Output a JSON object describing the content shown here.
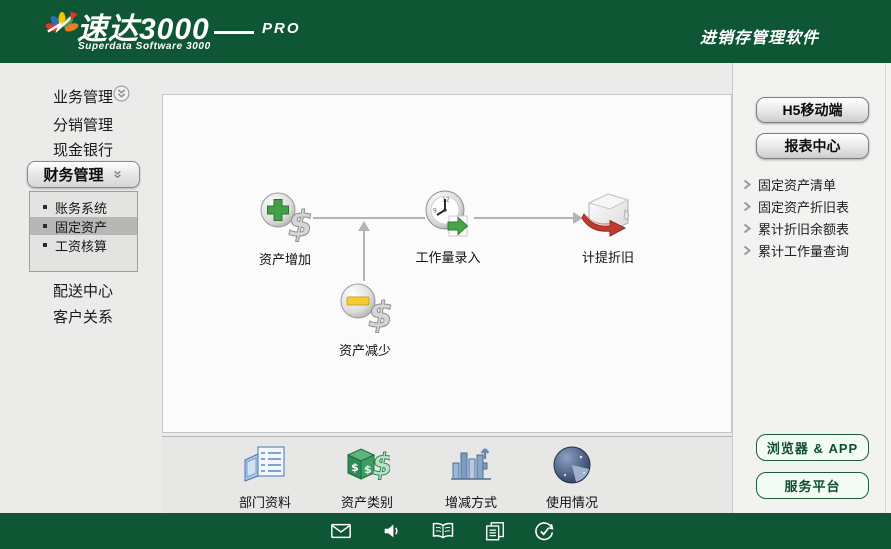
{
  "header": {
    "logo_title": "速达3000",
    "logo_badge": "PRO",
    "logo_subtitle": "Superdata Software 3000",
    "tagline": "进销存管理软件"
  },
  "sidebar": {
    "items": [
      {
        "label": "业务管理"
      },
      {
        "label": "分销管理"
      },
      {
        "label": "现金银行"
      },
      {
        "label": "财务管理"
      },
      {
        "label": "配送中心"
      },
      {
        "label": "客户关系"
      }
    ],
    "active_item": "财务管理",
    "submenu": [
      {
        "label": "账务系统"
      },
      {
        "label": "固定资产"
      },
      {
        "label": "工资核算"
      }
    ],
    "selected_submenu": "固定资产"
  },
  "workflow": {
    "nodes": [
      {
        "label": "资产增加",
        "icon": "asset-add-icon"
      },
      {
        "label": "工作量录入",
        "icon": "work-entry-icon"
      },
      {
        "label": "计提折旧",
        "icon": "depreciation-icon"
      },
      {
        "label": "资产减少",
        "icon": "asset-minus-icon"
      }
    ]
  },
  "toolbar": [
    {
      "label": "部门资料",
      "icon": "department-data-icon"
    },
    {
      "label": "资产类别",
      "icon": "asset-category-icon"
    },
    {
      "label": "增减方式",
      "icon": "increase-decrease-icon"
    },
    {
      "label": "使用情况",
      "icon": "usage-status-icon"
    }
  ],
  "right_panel": {
    "top_buttons": [
      {
        "label": "H5移动端"
      },
      {
        "label": "报表中心"
      }
    ],
    "report_links": [
      {
        "label": "固定资产清单"
      },
      {
        "label": "固定资产折旧表"
      },
      {
        "label": "累计折旧余额表"
      },
      {
        "label": "累计工作量查询"
      }
    ],
    "bottom_buttons": [
      {
        "label": "浏览器 & APP"
      },
      {
        "label": "服务平台"
      }
    ]
  },
  "footer": {
    "icons": [
      "mail-icon",
      "speaker-icon",
      "manual-book-icon",
      "copy-icon",
      "task-check-icon"
    ]
  },
  "colors": {
    "brand_green": "#0e5634",
    "sidebar_bg": "#ebebe9",
    "canvas_bg": "#fbfbfb",
    "panel_bg": "#f2f2f0",
    "add_green": "#43a047",
    "minus_yellow": "#f3cd33",
    "depreciation_red": "#c23b2e"
  }
}
